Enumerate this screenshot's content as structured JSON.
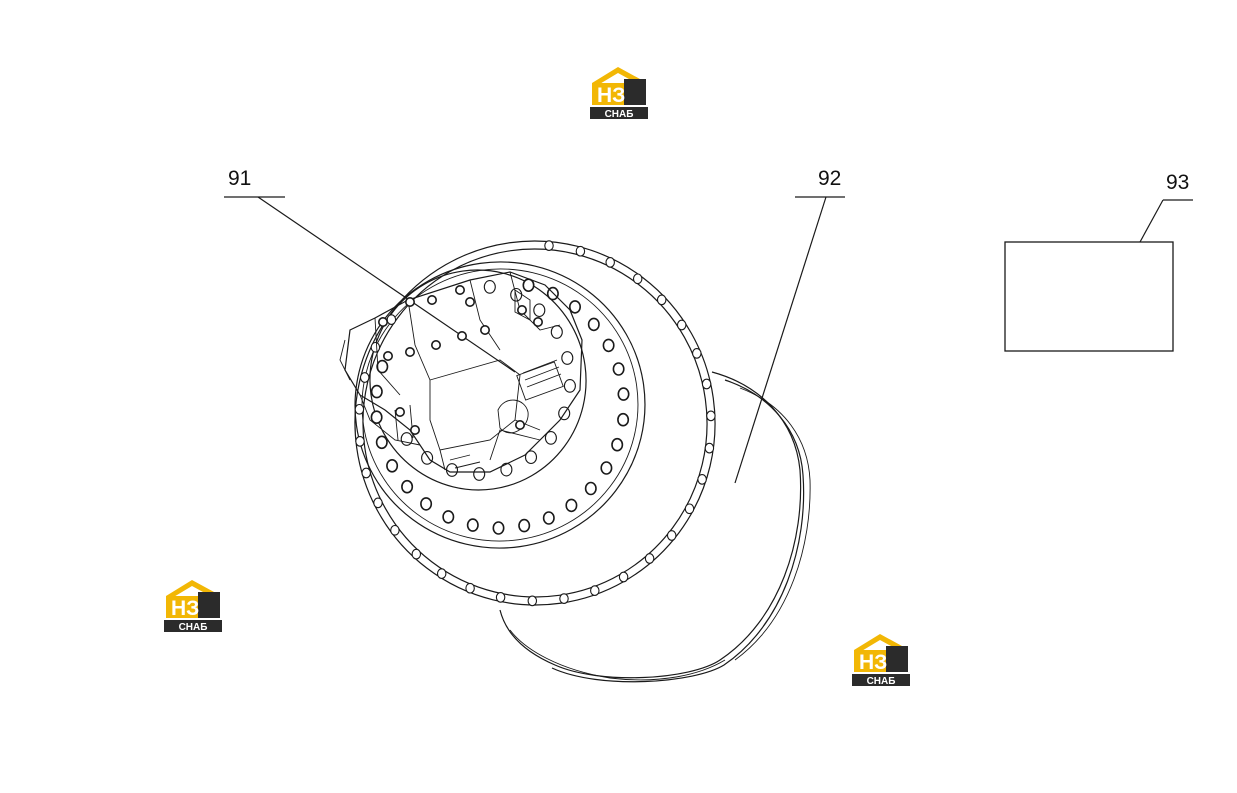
{
  "callouts": [
    {
      "id": "91",
      "label": "91"
    },
    {
      "id": "92",
      "label": "92"
    },
    {
      "id": "93",
      "label": "93"
    }
  ],
  "watermark": {
    "letters": "НЗ",
    "caption": "СНАБ",
    "colors": {
      "yellow": "#f2b705",
      "dark": "#2b2b2b",
      "light": "#ffffff"
    }
  },
  "colors": {
    "line": "#1a1a1a",
    "background": "#ffffff"
  }
}
